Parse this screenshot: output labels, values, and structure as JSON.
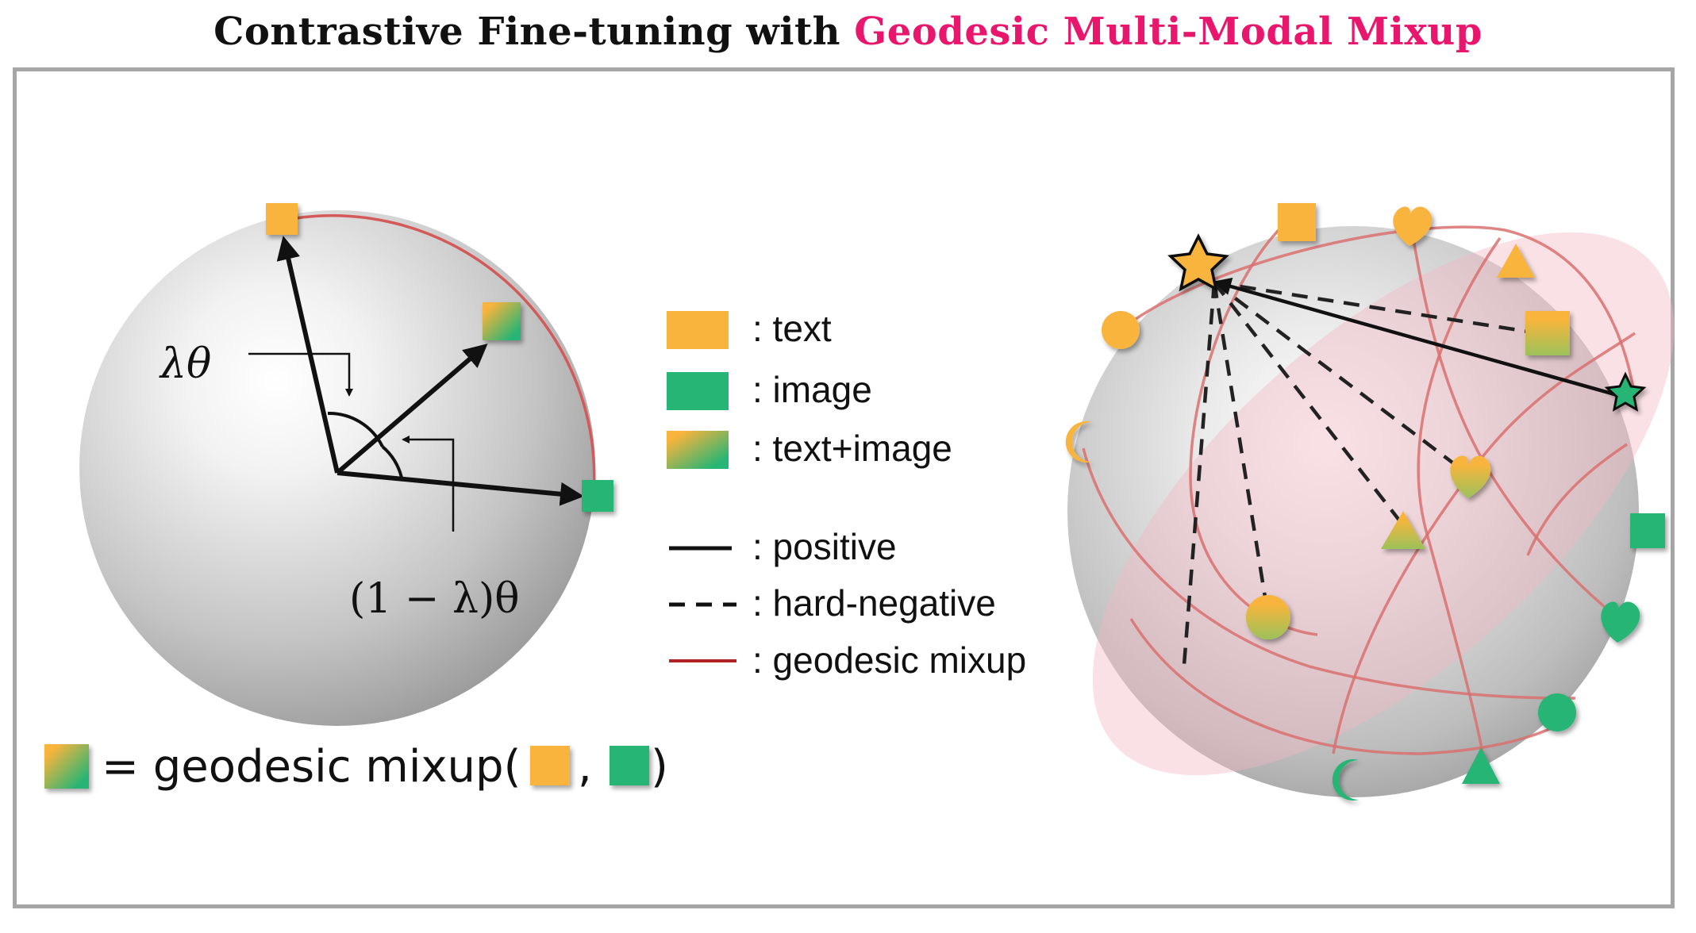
{
  "title": {
    "part1": "Contrastive Fine-tuning with ",
    "part2": "Geodesic Multi-Modal Mixup"
  },
  "left_panel": {
    "angle_label_1": "λθ",
    "angle_label_2": "(1 − λ)θ",
    "formula_prefix": "= geodesic mixup(",
    "formula_comma": ",",
    "formula_suffix": ")"
  },
  "legend": {
    "items": [
      {
        "key": "text",
        "label": ": text"
      },
      {
        "key": "image",
        "label": ": image"
      },
      {
        "key": "mix",
        "label": ": text+image"
      },
      {
        "key": "positive",
        "label": ": positive"
      },
      {
        "key": "hard_negative",
        "label": ": hard-negative"
      },
      {
        "key": "geodesic_mixup",
        "label": ": geodesic mixup"
      }
    ]
  },
  "colors": {
    "text": "#f8b43c",
    "image": "#26b574",
    "title_accent": "#e8176d",
    "geodesic": "#d45a5a",
    "frame": "#a6a6a6"
  }
}
